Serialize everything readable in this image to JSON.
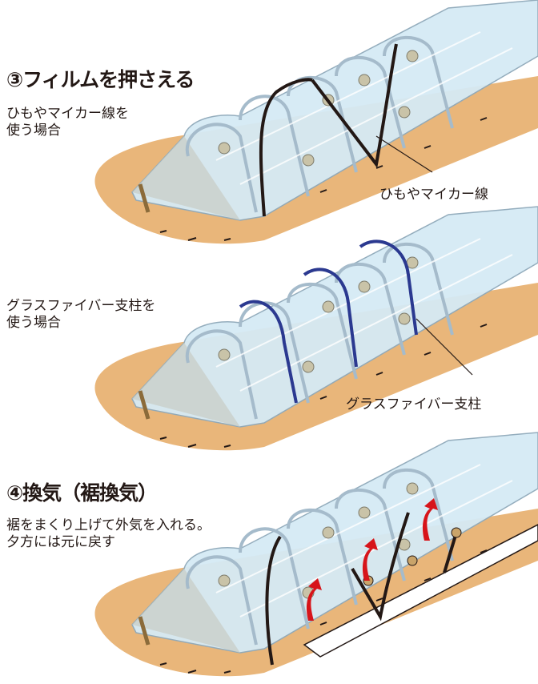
{
  "section3": {
    "heading": "③フィルムを押さえる",
    "case1": {
      "label": "ひもやマイカー線を\n使う場合",
      "callout": "ひもやマイカー線"
    },
    "case2": {
      "label": "グラスファイバー支柱を\n使う場合",
      "callout": "グラスファイバー支柱"
    }
  },
  "section4": {
    "heading": "④換気（裾換気）",
    "description": "裾をまくり上げて外気を入れる。\n夕方には元に戻す"
  },
  "colors": {
    "ground": "#E9B67A",
    "film": "#D5EAF5",
    "frame": "#9BB3C3",
    "string": "#231815",
    "fiber": "#2B3990",
    "arrow": "#D7141A"
  }
}
